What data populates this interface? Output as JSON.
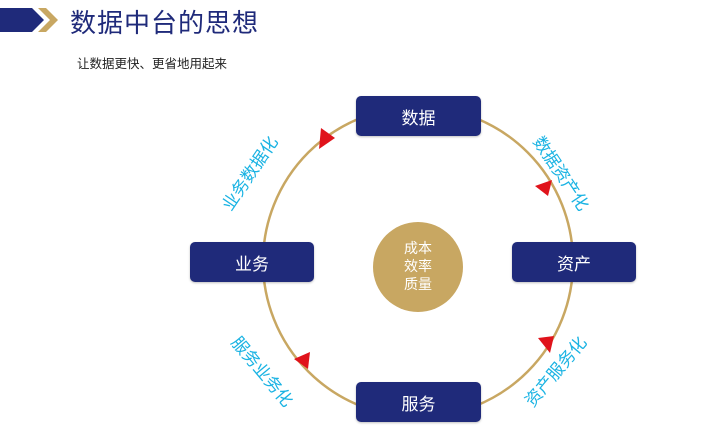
{
  "header": {
    "title": "数据中台的思想",
    "subtitle": "让数据更快、更省地用起来"
  },
  "diagram": {
    "nodes": {
      "data": "数据",
      "assets": "资产",
      "services": "服务",
      "business": "业务"
    },
    "center": {
      "lines": [
        "成本",
        "效率",
        "质量"
      ]
    },
    "arc_labels": {
      "data_to_assets": "数据资产化",
      "assets_to_services": "资产服务化",
      "services_to_business": "服务业务化",
      "business_to_data": "业务数据化"
    },
    "colors": {
      "node_fill": "#1f2a7a",
      "ring": "#c8a762",
      "center_fill": "#c8a762",
      "arrow": "#e0131b",
      "label": "#1ab3e3",
      "title": "#1f2a7a"
    }
  }
}
